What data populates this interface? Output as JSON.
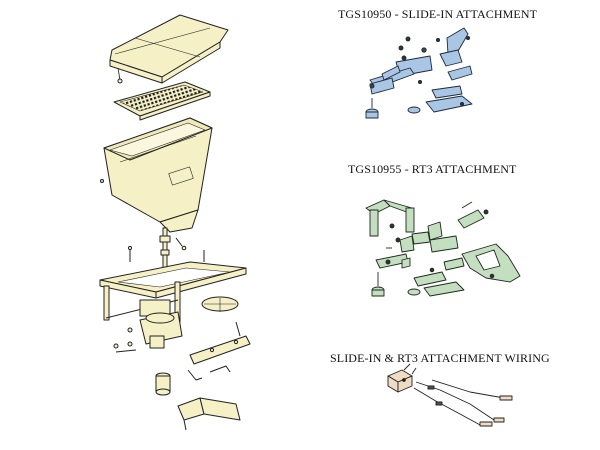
{
  "sections": {
    "slide_in": {
      "title": "TGS10950 - SLIDE-IN ATTACHMENT"
    },
    "rt3": {
      "title": "TGS10955 - RT3 ATTACHMENT"
    },
    "wiring": {
      "title": "SLIDE-IN & RT3 ATTACHMENT WIRING"
    }
  },
  "colors": {
    "spreader": "#f6f0c6",
    "slide_in": "#a9c6e4",
    "rt3": "#c4dec0",
    "wiring_connector": "#efdcc2",
    "line": "#222222"
  }
}
